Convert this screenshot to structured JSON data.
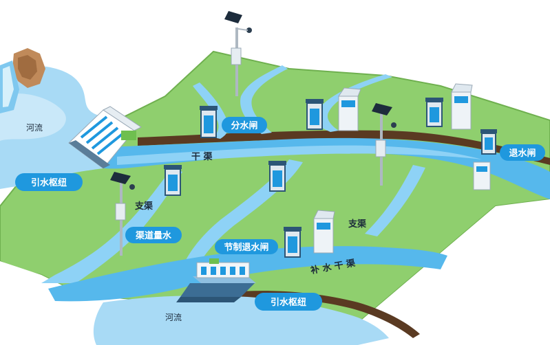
{
  "labels": {
    "river_top": "河流",
    "river_bottom": "河流",
    "diversion_hub_left": "引水枢纽",
    "diversion_hub_bottom": "引水枢纽",
    "main_canal": "干 渠",
    "branch_canal_left": "支渠",
    "branch_canal_right": "支渠",
    "water_split_gate": "分水闸",
    "return_gate": "退水闸",
    "canal_flow_measurement": "渠道量水",
    "control_return_gate": "节制退水闸",
    "supplement_main_canal": "补 水 干 渠"
  },
  "colors": {
    "land": "#8fcf6e",
    "land_edge": "#6fb04f",
    "water": "#56b8ec",
    "water_light": "#a8daf5",
    "bank": "#5a3a22",
    "label_bg": "#1f98de"
  }
}
